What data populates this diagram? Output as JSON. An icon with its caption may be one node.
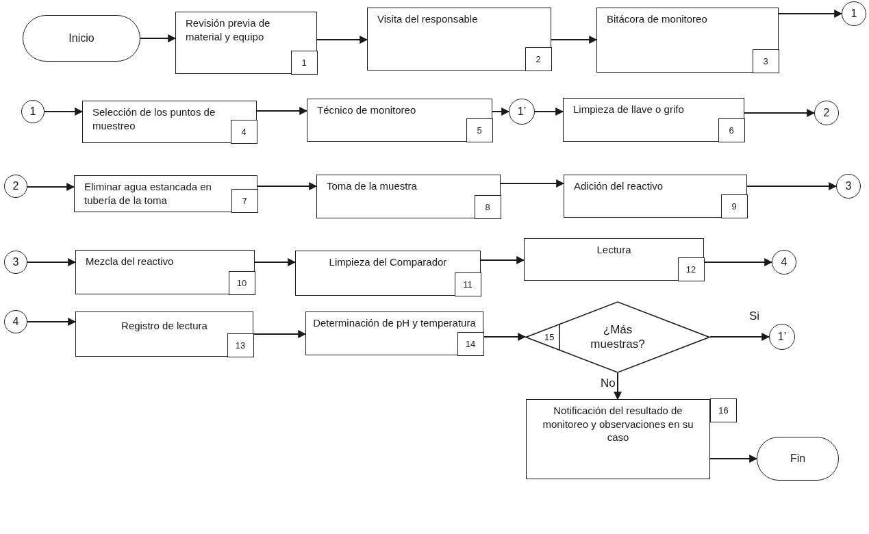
{
  "diagram": {
    "nodes": [
      {
        "text": [
          "Inicio"
        ]
      },
      {
        "text": [
          "Revisión previa de material y equipo",
          "1"
        ]
      },
      {
        "text": [
          "Visita del responsable",
          "2"
        ]
      },
      {
        "text": [
          "Bitácora de monitoreo",
          "3"
        ]
      },
      {
        "text": [
          "1"
        ]
      },
      {
        "text": [
          "1"
        ]
      },
      {
        "text": [
          "Selección de los puntos de muestreo",
          "4"
        ]
      },
      {
        "text": [
          "Técnico de monitoreo",
          "5"
        ]
      },
      {
        "text": [
          "1’"
        ]
      },
      {
        "text": [
          "Limpieza de llave o grifo",
          "6"
        ]
      },
      {
        "text": [
          "2"
        ]
      },
      {
        "text": [
          "2"
        ]
      },
      {
        "text": [
          "Eliminar agua estancada en tubería de la toma",
          "7"
        ]
      },
      {
        "text": [
          "Toma de la muestra",
          "8"
        ]
      },
      {
        "text": [
          "Adición del reactivo",
          "9"
        ]
      },
      {
        "text": [
          "3"
        ]
      },
      {
        "text": [
          "3"
        ]
      },
      {
        "text": [
          "Mezcla del reactivo",
          "10"
        ]
      },
      {
        "text": [
          "Limpieza del Comparador",
          "11"
        ]
      },
      {
        "text": [
          "Lectura",
          "12"
        ]
      },
      {
        "text": [
          "4"
        ]
      },
      {
        "text": [
          "4"
        ]
      },
      {
        "text": [
          "Registro de lectura",
          "13"
        ]
      },
      {
        "text": [
          "Determinación de pH  y temperatura",
          "14"
        ]
      },
      {
        "text": [
          "15",
          "¿Más muestras?"
        ]
      },
      {
        "text": [
          "1’"
        ]
      },
      {
        "text": [
          "Notificación del resultado de monitoreo y observaciones en su caso",
          "16"
        ]
      },
      {
        "text": [
          "Fin"
        ]
      }
    ],
    "edges": [
      {
        "from": 0,
        "to": 1,
        "arrow": "to"
      },
      {
        "from": 1,
        "to": 2,
        "arrow": "to"
      },
      {
        "from": 2,
        "to": 3,
        "arrow": "to"
      },
      {
        "from": 3,
        "to": 4,
        "arrow": "to"
      },
      {
        "from": 5,
        "to": 6,
        "arrow": "to"
      },
      {
        "from": 6,
        "to": 7,
        "arrow": "to"
      },
      {
        "from": 7,
        "to": 8,
        "arrow": "to"
      },
      {
        "from": 8,
        "to": 9,
        "arrow": "to"
      },
      {
        "from": 9,
        "to": 10,
        "arrow": "to"
      },
      {
        "from": 11,
        "to": 12,
        "arrow": "to"
      },
      {
        "from": 12,
        "to": 13,
        "arrow": "to"
      },
      {
        "from": 13,
        "to": 14,
        "arrow": "to"
      },
      {
        "from": 14,
        "to": 15,
        "arrow": "to"
      },
      {
        "from": 16,
        "to": 17,
        "arrow": "to"
      },
      {
        "from": 17,
        "to": 18,
        "arrow": "to"
      },
      {
        "from": 18,
        "to": 19,
        "arrow": "to"
      },
      {
        "from": 19,
        "to": 20,
        "arrow": "to"
      },
      {
        "from": 21,
        "to": 22,
        "arrow": "to"
      },
      {
        "from": 22,
        "to": 23,
        "arrow": "to"
      },
      {
        "from": 23,
        "to": 24,
        "arrow": "to"
      },
      {
        "from": 24,
        "to": 25,
        "arrow": "to",
        "label": "Si"
      },
      {
        "from": 24,
        "to": 26,
        "arrow": "to",
        "label": "No"
      },
      {
        "from": 26,
        "to": 27,
        "arrow": "to"
      }
    ]
  }
}
